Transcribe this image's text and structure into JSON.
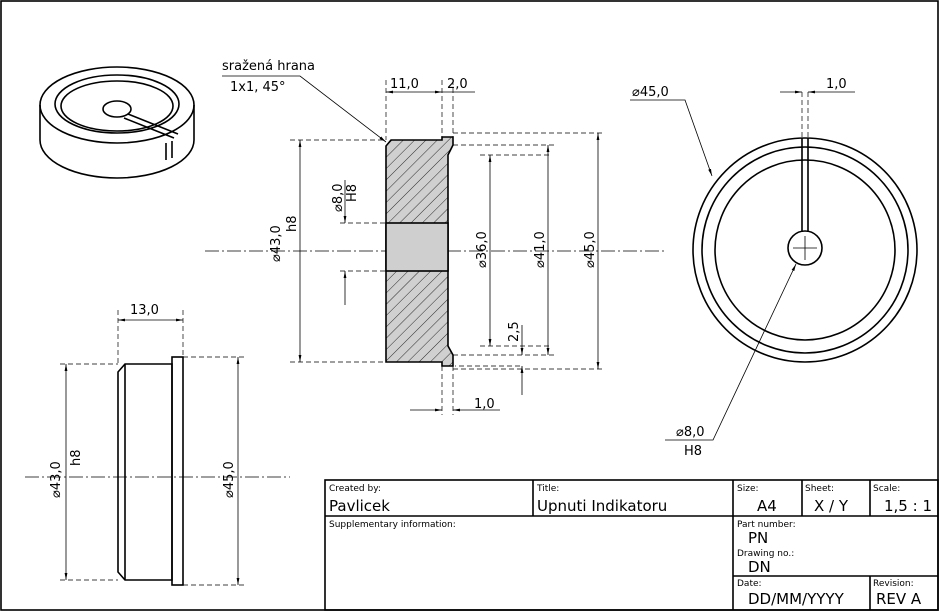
{
  "annotations": {
    "chamfer_note": "sražená hrana",
    "chamfer_spec": "1x1, 45°"
  },
  "section_view": {
    "dim_width": "11,0",
    "dim_step": "2,0",
    "dim_bore": "⌀8,0",
    "dim_bore_tol": "H8",
    "dim_shaft": "⌀43,0",
    "dim_shaft_tol": "h8",
    "dim_inner": "⌀36,0",
    "dim_mid": "⌀41,0",
    "dim_outer": "⌀45,0",
    "dim_groove": "2,5",
    "dim_bottom": "1,0"
  },
  "front_view": {
    "dim_outer": "⌀45,0",
    "dim_slot": "1,0",
    "dim_hole": "⌀8,0",
    "dim_hole_tol": "H8"
  },
  "side_view": {
    "dim_width": "13,0",
    "dim_shaft": "⌀43,0",
    "dim_shaft_tol": "h8",
    "dim_outer": "⌀45,0"
  },
  "title_block": {
    "created_by_label": "Created by:",
    "created_by": "Pavlicek",
    "title_label": "Title:",
    "title": "Upnuti Indikatoru",
    "size_label": "Size:",
    "size": "A4",
    "sheet_label": "Sheet:",
    "sheet": "X / Y",
    "scale_label": "Scale:",
    "scale": "1,5 : 1",
    "supplementary_label": "Supplementary information:",
    "part_number_label": "Part number:",
    "part_number": "PN",
    "drawing_no_label": "Drawing no.:",
    "drawing_no": "DN",
    "date_label": "Date:",
    "date": "DD/MM/YYYY",
    "revision_label": "Revision:",
    "revision": "REV A"
  }
}
